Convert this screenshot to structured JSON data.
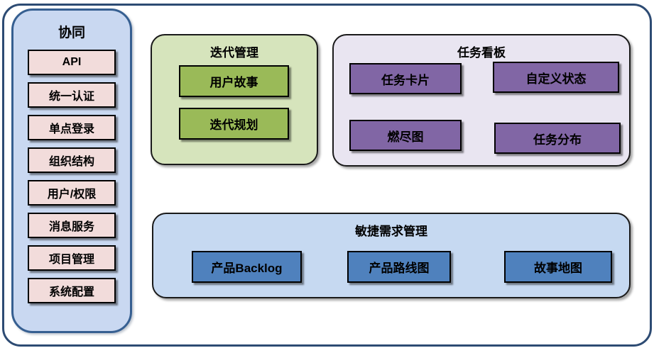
{
  "sidebar": {
    "title": "协同",
    "items": [
      "API",
      "统一认证",
      "单点登录",
      "组织结构",
      "用户/权限",
      "消息服务",
      "项目管理",
      "系统配置"
    ]
  },
  "groups": {
    "iteration": {
      "title": "迭代管理",
      "items": [
        "用户故事",
        "迭代规划"
      ]
    },
    "kanban": {
      "title": "任务看板",
      "items": [
        "任务卡片",
        "自定义状态",
        "燃尽图",
        "任务分布"
      ]
    },
    "requirements": {
      "title": "敏捷需求管理",
      "items": [
        "产品Backlog",
        "产品路线图",
        "故事地图"
      ]
    }
  },
  "colors": {
    "frame_border": "#2d4b73",
    "sidebar_fill": "#c9d8f1",
    "sidebar_border": "#365f91",
    "sidebar_item_fill": "#f2dcdb",
    "iteration_fill": "#d6e4bc",
    "iteration_item_fill": "#9aba58",
    "kanban_fill": "#e9e5f1",
    "kanban_item_fill": "#8166a5",
    "requirements_fill": "#c6d9f1",
    "requirements_item_fill": "#4f81bd",
    "box_border": "#000000",
    "text": "#000000"
  }
}
